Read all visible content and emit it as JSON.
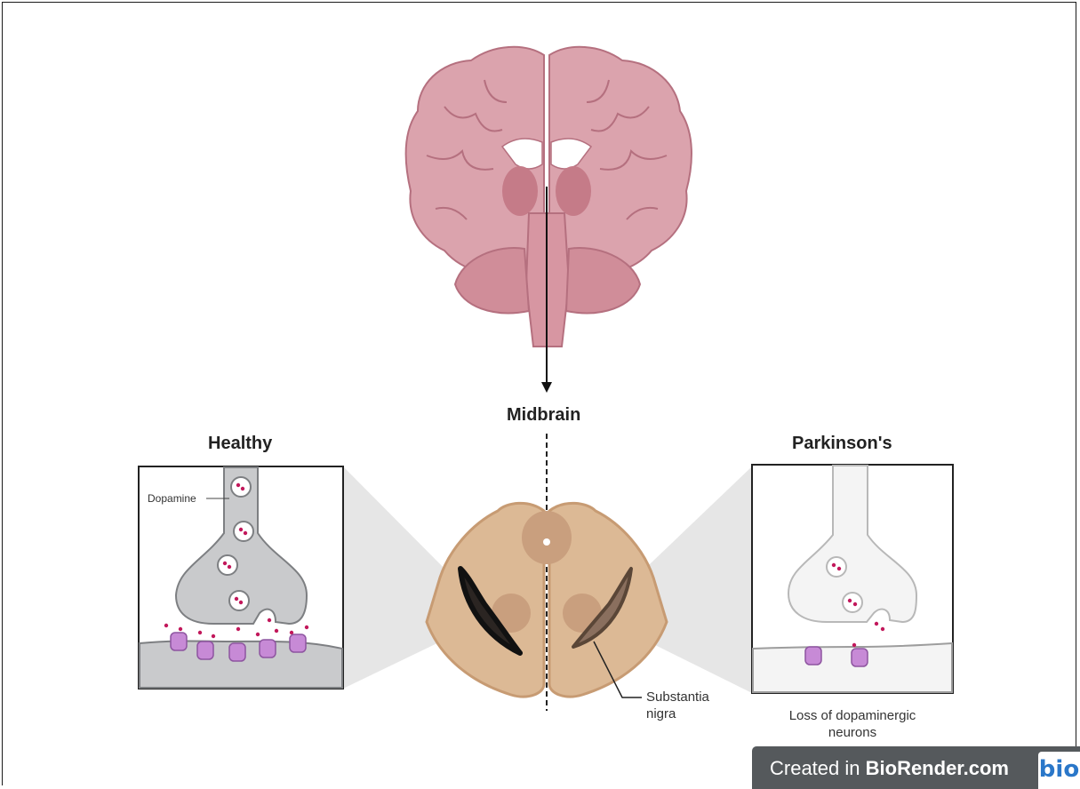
{
  "title": "Midbrain",
  "left_panel": {
    "title": "Healthy",
    "callout": "Dopamine"
  },
  "right_panel": {
    "title": "Parkinson's",
    "caption_line1": "Loss of dopaminergic",
    "caption_line2": "neurons"
  },
  "midbrain_callout": {
    "line1": "Substantia",
    "line2": "nigra"
  },
  "badge": {
    "prefix": "Created in ",
    "brand": "BioRender.com",
    "logo": "bio"
  },
  "colors": {
    "brain": "#dba3ad",
    "brain_dark": "#c57b88",
    "midbrain": "#dcb995",
    "midbrain_dark": "#c79b73",
    "neuron_healthy": "#c9cacc",
    "neuron_parkinson": "#f4f4f4",
    "receptor": "#c78ad6",
    "dopamine": "#c2185b",
    "badge_bg": "#55595c"
  }
}
